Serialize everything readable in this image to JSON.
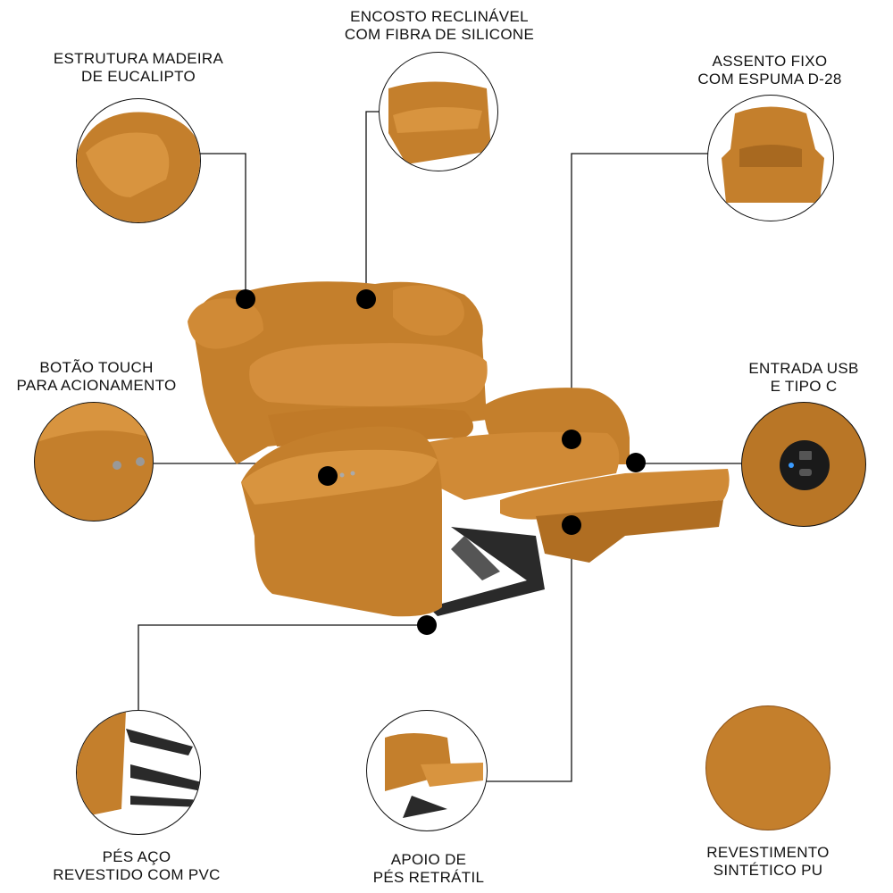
{
  "colors": {
    "leather": "#c47f2c",
    "leather_dark": "#8e5318",
    "leather_light": "#dd9a45",
    "line": "#111111",
    "metal": "#2a2a2a"
  },
  "features": [
    {
      "id": "estrutura",
      "lines": [
        "ESTRUTURA MADEIRA",
        "DE EUCALIPTO"
      ]
    },
    {
      "id": "encosto",
      "lines": [
        "ENCOSTO RECLINÁVEL",
        "COM FIBRA DE SILICONE"
      ]
    },
    {
      "id": "assento",
      "lines": [
        "ASSENTO FIXO",
        "COM ESPUMA D-28"
      ]
    },
    {
      "id": "botao",
      "lines": [
        "BOTÃO TOUCH",
        "PARA ACIONAMENTO"
      ]
    },
    {
      "id": "usb",
      "lines": [
        "ENTRADA USB",
        "E TIPO C"
      ]
    },
    {
      "id": "pes",
      "lines": [
        "PÉS AÇO",
        "REVESTIDO COM PVC"
      ]
    },
    {
      "id": "apoio",
      "lines": [
        "APOIO DE",
        "PÉS RETRÁTIL"
      ]
    },
    {
      "id": "revestimento",
      "lines": [
        "REVESTIMENTO",
        "SINTÉTICO PU"
      ]
    }
  ]
}
